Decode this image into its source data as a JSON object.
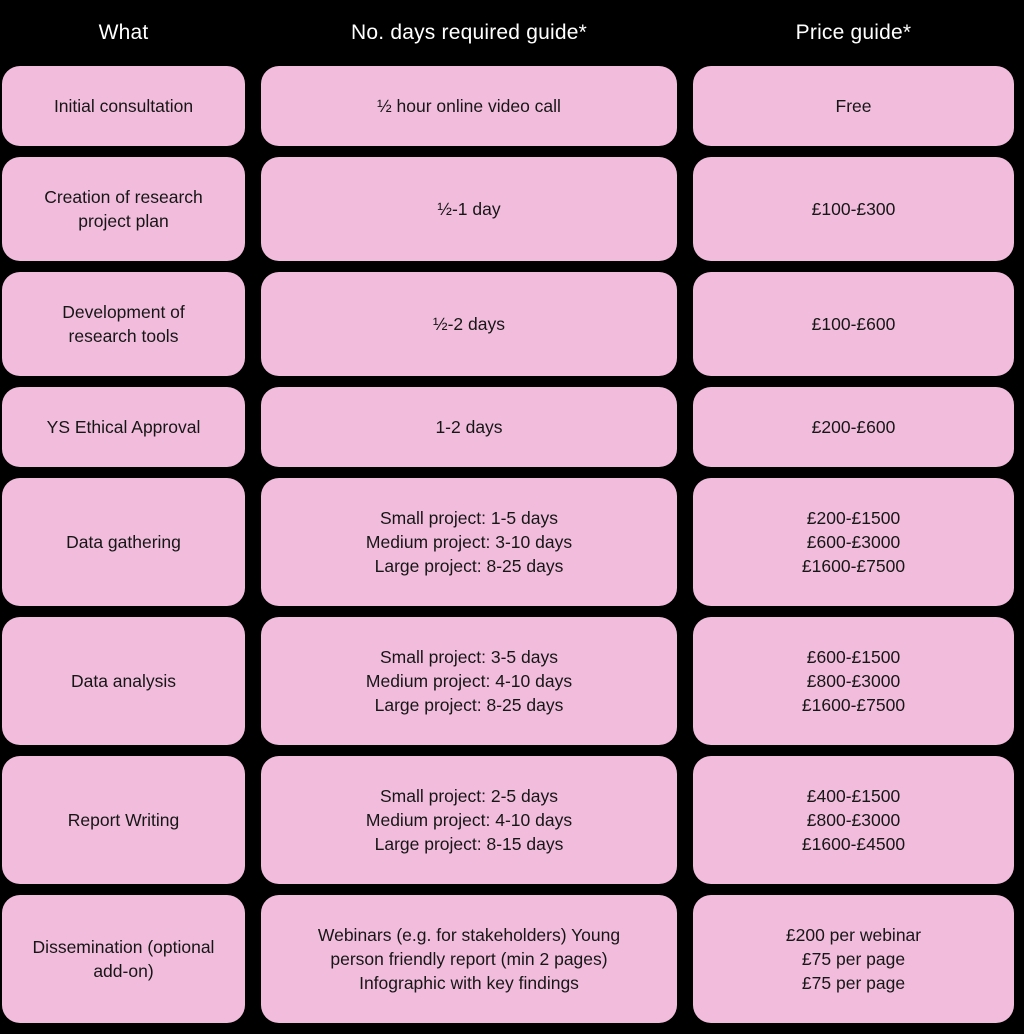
{
  "colors": {
    "background": "#000000",
    "cell_fill": "#F2BDDD",
    "cell_text": "#161616",
    "header_text": "#FFFFFF"
  },
  "table": {
    "headers": [
      "What",
      "No. days required guide*",
      "Price guide*"
    ],
    "rows": [
      {
        "what": [
          "Initial consultation"
        ],
        "days": [
          "½ hour online video call"
        ],
        "price": [
          "Free"
        ]
      },
      {
        "what": [
          "Creation of research",
          "project plan"
        ],
        "days": [
          "½-1 day"
        ],
        "price": [
          "£100-£300"
        ]
      },
      {
        "what": [
          "Development of",
          "research tools"
        ],
        "days": [
          "½-2 days"
        ],
        "price": [
          "£100-£600"
        ]
      },
      {
        "what": [
          "YS Ethical Approval"
        ],
        "days": [
          "1-2 days"
        ],
        "price": [
          "£200-£600"
        ]
      },
      {
        "what": [
          "Data gathering"
        ],
        "days": [
          "Small project: 1-5 days",
          "Medium project: 3-10 days",
          "Large project: 8-25 days"
        ],
        "price": [
          "£200-£1500",
          "£600-£3000",
          "£1600-£7500"
        ]
      },
      {
        "what": [
          "Data analysis"
        ],
        "days": [
          "Small project: 3-5 days",
          "Medium project: 4-10 days",
          "Large project: 8-25 days"
        ],
        "price": [
          "£600-£1500",
          "£800-£3000",
          "£1600-£7500"
        ]
      },
      {
        "what": [
          "Report Writing"
        ],
        "days": [
          "Small project: 2-5 days",
          "Medium project: 4-10 days",
          "Large project: 8-15 days"
        ],
        "price": [
          "£400-£1500",
          "£800-£3000",
          "£1600-£4500"
        ]
      },
      {
        "what": [
          "Dissemination (optional",
          "add-on)"
        ],
        "days": [
          "Webinars (e.g. for stakeholders) Young",
          "person friendly report (min 2 pages)",
          "Infographic with key findings"
        ],
        "price": [
          "£200 per webinar",
          "£75 per page",
          "£75 per page"
        ]
      }
    ]
  },
  "chart_data": {
    "type": "table",
    "title": "",
    "columns": [
      "What",
      "No. days required guide*",
      "Price guide*"
    ],
    "rows": [
      [
        "Initial consultation",
        "½ hour online video call",
        "Free"
      ],
      [
        "Creation of research project plan",
        "½-1 day",
        "£100-£300"
      ],
      [
        "Development of research tools",
        "½-2 days",
        "£100-£600"
      ],
      [
        "YS Ethical Approval",
        "1-2 days",
        "£200-£600"
      ],
      [
        "Data gathering",
        "Small project: 1-5 days; Medium project: 3-10 days; Large project: 8-25 days",
        "£200-£1500; £600-£3000; £1600-£7500"
      ],
      [
        "Data analysis",
        "Small project: 3-5 days; Medium project: 4-10 days; Large project: 8-25 days",
        "£600-£1500; £800-£3000; £1600-£7500"
      ],
      [
        "Report Writing",
        "Small project: 2-5 days; Medium project: 4-10 days; Large project: 8-15 days",
        "£400-£1500; £800-£3000; £1600-£4500"
      ],
      [
        "Dissemination (optional add-on)",
        "Webinars (e.g. for stakeholders) Young person friendly report (min 2 pages) Infographic with key findings",
        "£200 per webinar; £75 per page; £75 per page"
      ]
    ]
  }
}
